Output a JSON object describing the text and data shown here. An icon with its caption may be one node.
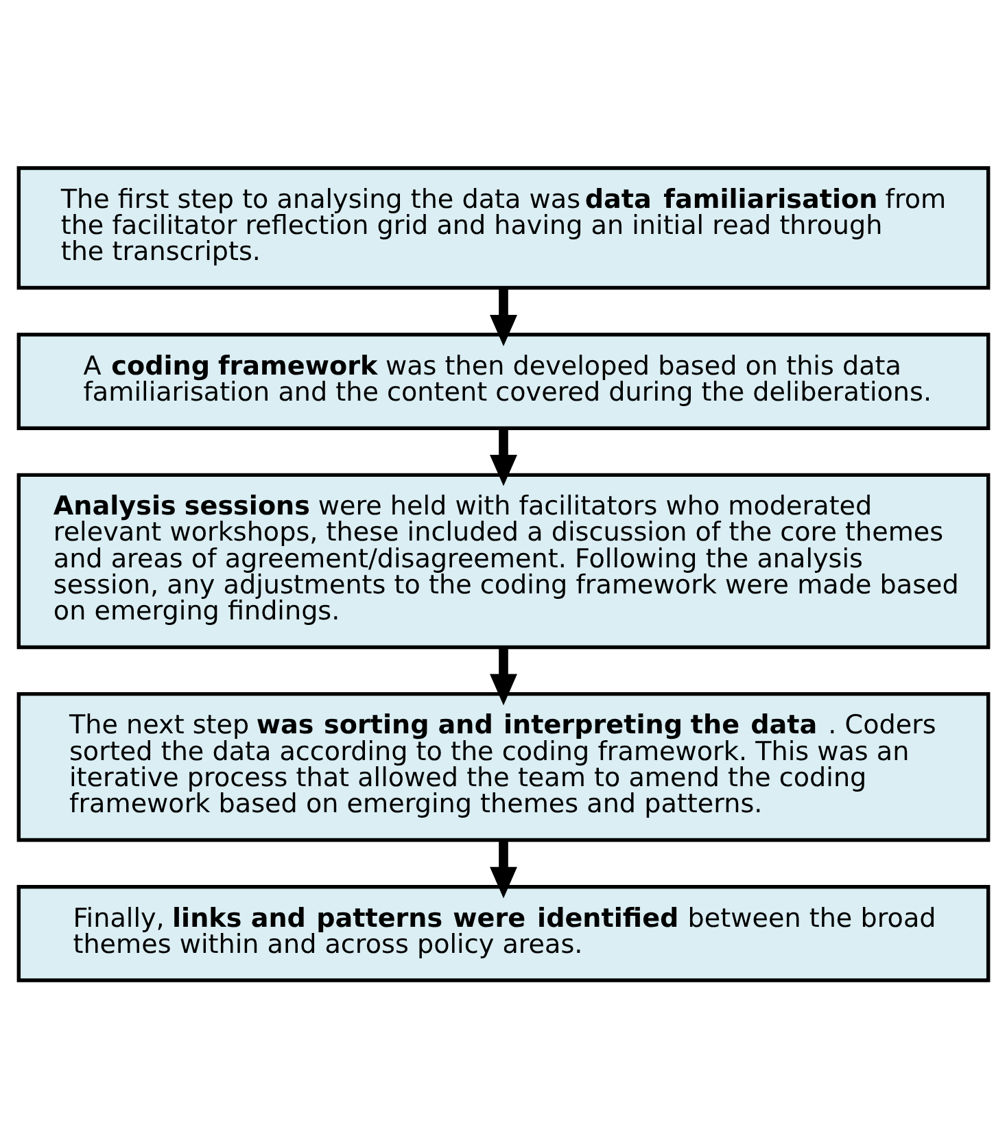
{
  "diagram": {
    "nodes": [
      {
        "text": [
          "The first step to analysing the data was **data familiarisation** from the facilitator reflection grid and having an initial read through the transcripts."
        ]
      },
      {
        "text": [
          "A **coding framework** was then developed based on this data familiarisation and the content covered during the deliberations."
        ]
      },
      {
        "text": [
          "**Analysis sessions** were held with facilitators who moderated relevant workshops, these included a discussion of the core themes and areas of agreement/disagreement. Following the analysis session, any adjustments to the coding framework were made based on emerging findings."
        ]
      },
      {
        "text": [
          "The next step **was sorting and interpreting the data**. Coders sorted the data according to the coding framework. This was an iterative process that allowed the team to amend the coding framework based on emerging themes and patterns."
        ]
      },
      {
        "text": [
          "Finally, **links and patterns were identified** between the broad themes within and across policy areas."
        ]
      }
    ],
    "edges": [
      {
        "from": 0,
        "to": 1,
        "arrow": "to"
      },
      {
        "from": 1,
        "to": 2,
        "arrow": "to"
      },
      {
        "from": 2,
        "to": 3,
        "arrow": "to"
      },
      {
        "from": 3,
        "to": 4,
        "arrow": "to"
      }
    ]
  }
}
